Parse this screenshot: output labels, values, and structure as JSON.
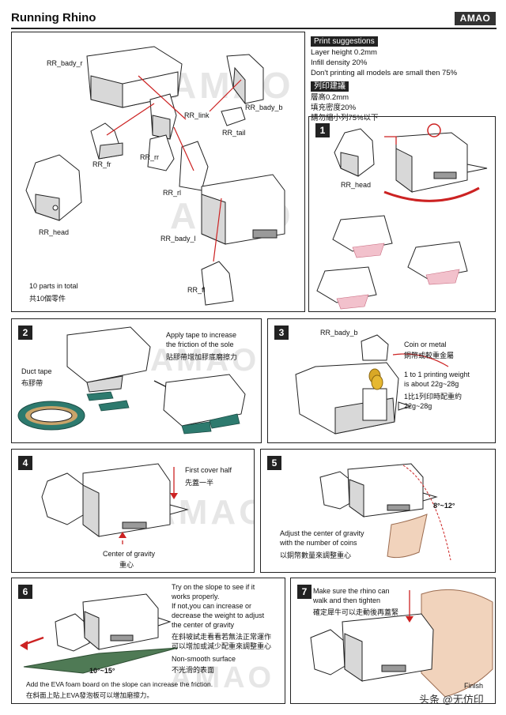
{
  "header": {
    "title": "Running Rhino",
    "brand": "AMAO"
  },
  "watermark": "AMAO",
  "parts": {
    "labels": {
      "body_r": "RR_bady_r",
      "body_b": "RR_bady_b",
      "link": "RR_link",
      "tail": "RR_tail",
      "fr": "RR_fr",
      "rr": "RR_rr",
      "rl": "RR_rl",
      "head": "RR_head",
      "body_l": "RR_bady_l",
      "fl": "RR_fl"
    },
    "count_en": "10 parts in total",
    "count_zh": "共10個零件"
  },
  "print": {
    "header_en": "Print suggestions",
    "line1_en": "Layer height 0.2mm",
    "line2_en": "Infill density 20%",
    "line3_en": "Don't printing all models are small then 75%",
    "header_zh": "列印建議",
    "line1_zh": "層高0.2mm",
    "line2_zh": "填充密度20%",
    "line3_zh": "請勿縮小列75%以下"
  },
  "steps": {
    "s1": {
      "num": "1",
      "head_label": "RR_head"
    },
    "s2": {
      "num": "2",
      "tape_en": "Duct tape",
      "tape_zh": "布膠帶",
      "note_en": "Apply tape to increase",
      "note_en2": "the friction of the sole",
      "note_zh": "貼膠帶增加膠底磨擦力"
    },
    "s3": {
      "num": "3",
      "part_label": "RR_bady_b",
      "coin_en": "Coin or metal",
      "coin_zh": "銅幣或較重金屬",
      "weight_en": "1 to 1 printing weight",
      "weight_en2": "is about 22g~28g",
      "weight_zh": "1比1列印時配重約",
      "weight_zh2": "22g~28g"
    },
    "s4": {
      "num": "4",
      "cover_en": "First cover half",
      "cover_zh": "先蓋一半",
      "gravity_en": "Center of gravity",
      "gravity_zh": "重心"
    },
    "s5": {
      "num": "5",
      "angle": "8°~12°",
      "adjust_en": "Adjust the center of gravity",
      "adjust_en2": "with the number of coins",
      "adjust_zh": "以銅幣數量來調整重心"
    },
    "s6": {
      "num": "6",
      "try_en1": "Try on the slope to see if it",
      "try_en2": "works properly.",
      "try_en3": "If not,you can increase or",
      "try_en4": "decrease the weight to adjust",
      "try_en5": " the center of gravity",
      "try_zh1": "在斜坡試走看看若無法正常運作",
      "try_zh2": "可以增加或減少配重來調整重心",
      "surface_en": "Non-smooth surface",
      "surface_zh": "不光滑的表面",
      "angle": "10°~15°",
      "eva_en": "Add the EVA foam board on the slope can increase the friction.",
      "eva_zh": "在斜面上貼上EVA發泡板可以增加磨擦力。"
    },
    "s7": {
      "num": "7",
      "walk_en1": "Make sure the rhino can",
      "walk_en2": "walk and then tighten",
      "walk_zh": "確定犀牛可以走動後再蓋緊",
      "finish": "Finish"
    }
  },
  "footer": {
    "credit": "头条 @无仿印"
  }
}
